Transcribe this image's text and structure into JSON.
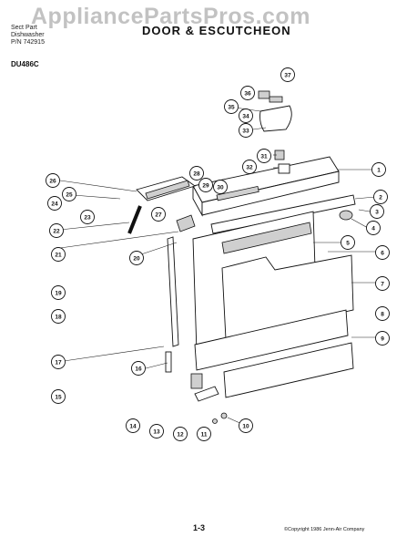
{
  "watermark": "AppliancePartsPros.com",
  "header": {
    "line1": "Sect Part",
    "line2": "Dishwasher",
    "line3": "P/N 742915"
  },
  "title": "DOOR & ESCUTCHEON",
  "model": "DU486C",
  "page_number": "1-3",
  "copyright": "©Copyright 1986 Jenn-Air Company",
  "callouts": [
    "1",
    "2",
    "3",
    "4",
    "5",
    "6",
    "7",
    "8",
    "9",
    "10",
    "11",
    "12",
    "13",
    "14",
    "15",
    "16",
    "17",
    "18",
    "19",
    "20",
    "21",
    "22",
    "23",
    "24",
    "25",
    "26",
    "27",
    "28",
    "29",
    "30",
    "31",
    "32",
    "33",
    "34",
    "35",
    "36",
    "37"
  ]
}
